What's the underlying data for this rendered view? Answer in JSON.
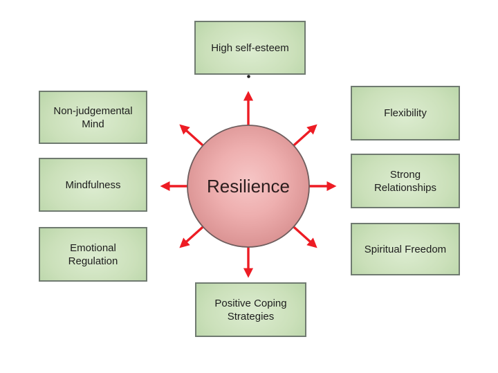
{
  "diagram": {
    "title": "Resilience diagram",
    "center": {
      "label": "Resilience"
    },
    "nodes": [
      {
        "id": "high-self-esteem",
        "label": "High self-esteem",
        "position": "top"
      },
      {
        "id": "non-judgemental-mind",
        "label": "Non-judgemental Mind",
        "position": "top-left"
      },
      {
        "id": "mindfulness",
        "label": "Mindfulness",
        "position": "left"
      },
      {
        "id": "emotional-regulation",
        "label": "Emotional Regulation",
        "position": "bottom-left"
      },
      {
        "id": "flexibility",
        "label": "Flexibility",
        "position": "top-right"
      },
      {
        "id": "strong-relationships",
        "label": "Strong Relationships",
        "position": "right"
      },
      {
        "id": "spiritual-freedom",
        "label": "Spiritual Freedom",
        "position": "bottom-right"
      },
      {
        "id": "positive-coping-strategies",
        "label": "Positive Coping Strategies",
        "position": "bottom"
      }
    ],
    "colors": {
      "arrow": "#ed1c24",
      "circle_center": "#f6c6c6",
      "circle_mid": "#eeafaf",
      "circle_edge": "#d48a8a",
      "circle_border": "#6e5d5d",
      "node_fill_light": "#dcecd0",
      "node_fill_dark": "#a8cb97",
      "node_border": "#6f7a70",
      "text": "#1d1d1d",
      "background": "#ffffff"
    }
  }
}
